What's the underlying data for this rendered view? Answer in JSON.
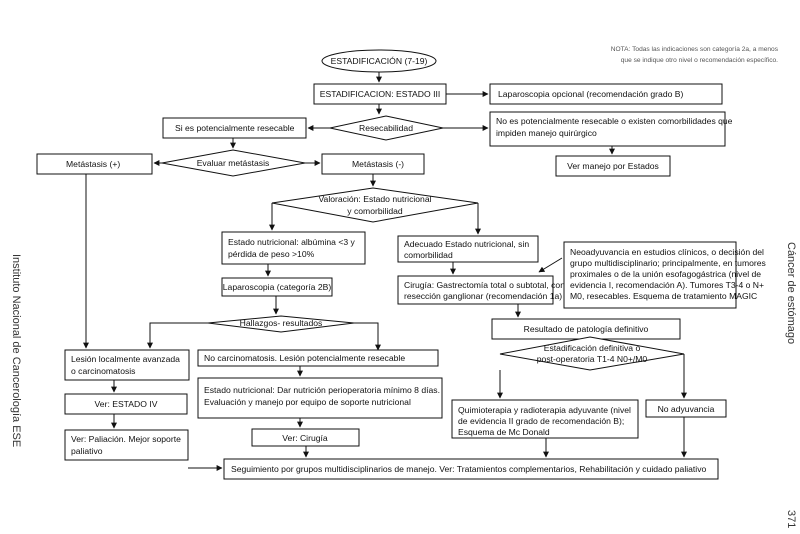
{
  "note": {
    "lines": [
      "NOTA: Todas las indicaciones son categoría 2a, a menos",
      "que se indique otro nivel o recomendación específico."
    ]
  },
  "side_labels": {
    "right": "Cáncer de estómago",
    "left": "Instituto Nacional de Cancerología ESE",
    "page_number": "371"
  },
  "nodes": {
    "start": [
      "ESTADIFICACIÓN (7-19)"
    ],
    "stage3": [
      "ESTADIFICACION: ESTADO III"
    ],
    "lap_opt": [
      "Laparoscopia opcional (recomendación grado B)"
    ],
    "resec": [
      "Resecabilidad"
    ],
    "resec_yes": [
      "Si es potencialmente resecable"
    ],
    "resec_no": [
      "No es potencialmente resecable o existen comorbilidades que",
      "impiden manejo quirúrgico"
    ],
    "ver_manejo": [
      "Ver manejo por Estados"
    ],
    "eval_met": [
      "Evaluar metástasis"
    ],
    "met_pos": [
      "Metástasis (+)"
    ],
    "met_neg": [
      "Metástasis (-)"
    ],
    "valoracion": [
      "Valoración: Estado nutricional",
      "y comorbilidad"
    ],
    "nutri_bad": [
      "Estado nutricional: albúmina <3 y",
      "pérdida de peso >10%"
    ],
    "nutri_ok": [
      "Adecuado Estado nutricional, sin",
      "comorbilidad"
    ],
    "neoadj": [
      "Neoadyuvancia en estudios clínicos, o decisión del",
      "grupo multidisciplinario; principalmente, en tumores",
      "proximales o de la unión esofagogástrica (nivel de",
      "evidencia I, recomendación A). Tumores T3-4 o N+",
      "M0, resecables. Esquema de tratamiento MAGIC"
    ],
    "lap2b": [
      "Laparoscopia (categoría 2B)"
    ],
    "cirugia_gastro": [
      "Cirugía: Gastrectomía total o subtotal, con",
      "resección ganglionar (recomendación 1a)"
    ],
    "hallazgos": [
      "Hallazgos- resultados"
    ],
    "patologia": [
      "Resultado de patología definitivo"
    ],
    "lesion": [
      "Lesión localmente avanzada",
      "o carcinomatosis"
    ],
    "no_carcino": [
      "No carcinomatosis. Lesión potencialmente resecable"
    ],
    "estad_def": [
      "Estadificación definitiva o",
      "post-operatoria T1-4 N0+/M0"
    ],
    "ver_estado4": [
      "Ver: ESTADO IV"
    ],
    "estado_nutri2": [
      "Estado nutricional: Dar nutrición perioperatoria mínimo 8 días.",
      "Evaluación y manejo por equipo de soporte nutricional"
    ],
    "quimio": [
      "Quimioterapia y radioterapia adyuvante (nivel",
      "de evidencia II grado de recomendación B);",
      "Esquema de Mc Donald"
    ],
    "no_adyuv": [
      "No adyuvancia"
    ],
    "ver_paliacion": [
      "Ver: Paliación. Mejor soporte",
      "paliativo"
    ],
    "ver_cirugia": [
      "Ver: Cirugía"
    ],
    "seguimiento": [
      "Seguimiento por grupos multidisciplinarios de manejo. Ver: Tratamientos complementarios, Rehabilitación y cuidado paliativo"
    ]
  }
}
